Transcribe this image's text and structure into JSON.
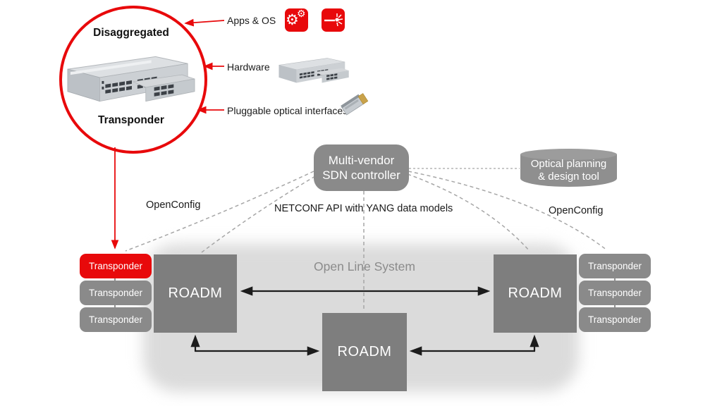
{
  "colors": {
    "accent_red": "#e8090b",
    "box_gray": "#8a8a8a",
    "roadm_gray": "#7e7e7e",
    "blob_gray": "#dbdbdb",
    "dash_gray": "#a6a6a6",
    "arrow_black": "#1c1c1c",
    "text_white": "#ffffff"
  },
  "highlight_circle": {
    "title": "Disaggregated",
    "subtitle": "Transponder"
  },
  "callouts": {
    "apps_os": "Apps & OS",
    "hardware": "Hardware",
    "pluggable": "Pluggable optical interfaces"
  },
  "icons": {
    "gears": "gears-icon",
    "laser": "laser-icon",
    "chassis": "network-chassis-image",
    "optic_module": "pluggable-optic-image"
  },
  "controller": {
    "line1": "Multi-vendor",
    "line2": "SDN controller"
  },
  "planning_tool": {
    "line1": "Optical planning",
    "line2": "& design tool"
  },
  "protocols": {
    "left": "OpenConfig",
    "center": "NETCONF API with YANG data models",
    "right": "OpenConfig"
  },
  "open_line_system": "Open Line System",
  "roadm_label": "ROADM",
  "transponder_label": "Transponder"
}
